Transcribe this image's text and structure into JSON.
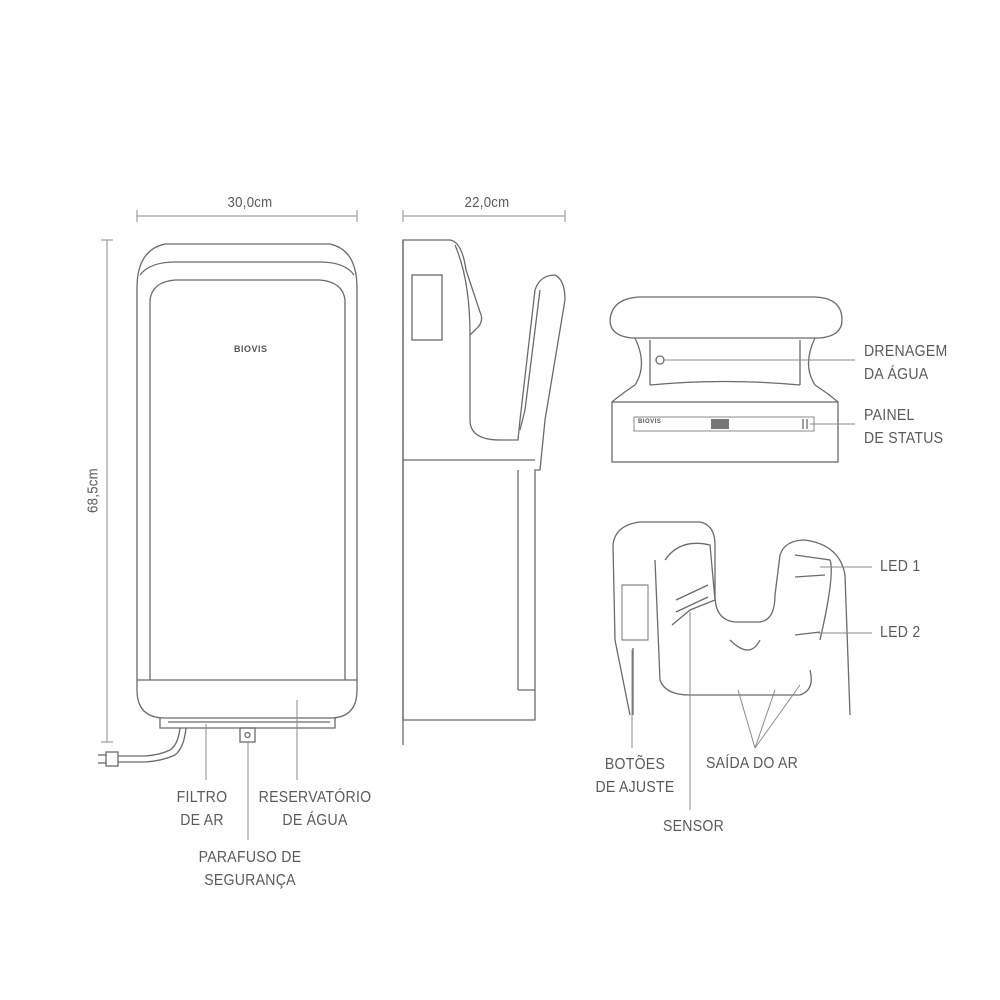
{
  "dimensions": {
    "width": "30,0cm",
    "depth": "22,0cm",
    "height": "68,5cm"
  },
  "brand": "BIOVIS",
  "labels": {
    "drenagem": [
      "DRENAGEM",
      "DA ÁGUA"
    ],
    "painel": [
      "PAINEL",
      "DE STATUS"
    ],
    "led1": "LED 1",
    "led2": "LED 2",
    "botoes": [
      "BOTÕES",
      "DE AJUSTE"
    ],
    "saida": "SAÍDA DO AR",
    "sensor": "SENSOR",
    "filtro": [
      "FILTRO",
      "DE AR"
    ],
    "reservatorio": [
      "RESERVATÓRIO",
      "DE ÁGUA"
    ],
    "parafuso": [
      "PARAFUSO DE",
      "SEGURANÇA"
    ]
  },
  "colors": {
    "line": "#6b6b6b",
    "text": "#5a5a5a"
  }
}
